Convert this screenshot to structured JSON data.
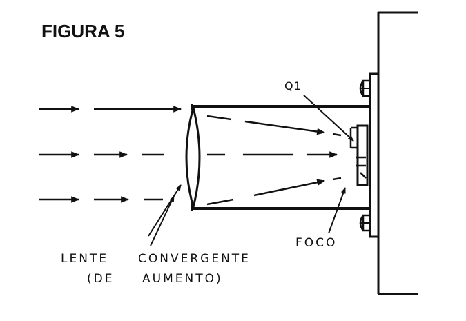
{
  "figure": {
    "title": "FIGURA 5"
  },
  "labels": {
    "lens_line1_a": "LENTE",
    "lens_line1_b": "CONVERGENTE",
    "lens_line2_a": "(DE",
    "lens_line2_b": "AUMENTO)",
    "sensor": "Q1",
    "focus": "FOCO"
  },
  "colors": {
    "ink": "#111111",
    "background": "#ffffff"
  }
}
